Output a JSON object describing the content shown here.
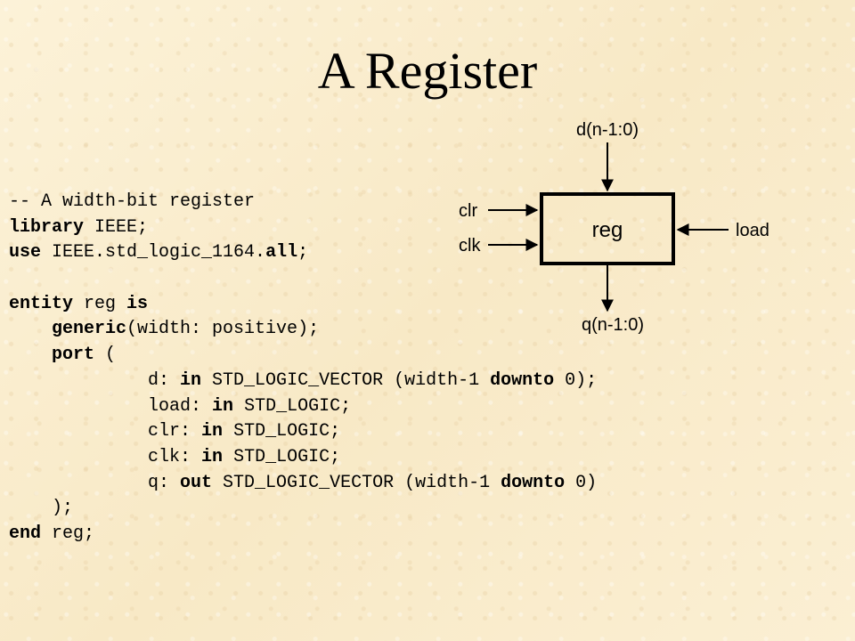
{
  "slide": {
    "title": "A Register"
  },
  "code": {
    "lines": [
      [
        {
          "t": "-- A width-bit register",
          "b": false
        }
      ],
      [
        {
          "t": "library",
          "b": true
        },
        {
          "t": " IEEE;",
          "b": false
        }
      ],
      [
        {
          "t": "use",
          "b": true
        },
        {
          "t": " IEEE.std_logic_1164.",
          "b": false
        },
        {
          "t": "all",
          "b": true
        },
        {
          "t": ";",
          "b": false
        }
      ],
      [
        {
          "t": "",
          "b": false
        }
      ],
      [
        {
          "t": "entity",
          "b": true
        },
        {
          "t": " reg ",
          "b": false
        },
        {
          "t": "is",
          "b": true
        }
      ],
      [
        {
          "t": "    ",
          "b": false
        },
        {
          "t": "generic",
          "b": true
        },
        {
          "t": "(width: positive);",
          "b": false
        }
      ],
      [
        {
          "t": "    ",
          "b": false
        },
        {
          "t": "port",
          "b": true
        },
        {
          "t": " (",
          "b": false
        }
      ],
      [
        {
          "t": "             d: ",
          "b": false
        },
        {
          "t": "in",
          "b": true
        },
        {
          "t": " STD_LOGIC_VECTOR (width-1 ",
          "b": false
        },
        {
          "t": "downto",
          "b": true
        },
        {
          "t": " 0);",
          "b": false
        }
      ],
      [
        {
          "t": "             load: ",
          "b": false
        },
        {
          "t": "in",
          "b": true
        },
        {
          "t": " STD_LOGIC;",
          "b": false
        }
      ],
      [
        {
          "t": "             clr: ",
          "b": false
        },
        {
          "t": "in",
          "b": true
        },
        {
          "t": " STD_LOGIC;",
          "b": false
        }
      ],
      [
        {
          "t": "             clk: ",
          "b": false
        },
        {
          "t": "in",
          "b": true
        },
        {
          "t": " STD_LOGIC;",
          "b": false
        }
      ],
      [
        {
          "t": "             q: ",
          "b": false
        },
        {
          "t": "out",
          "b": true
        },
        {
          "t": " STD_LOGIC_VECTOR (width-1 ",
          "b": false
        },
        {
          "t": "downto",
          "b": true
        },
        {
          "t": " 0)",
          "b": false
        }
      ],
      [
        {
          "t": "    );",
          "b": false
        }
      ],
      [
        {
          "t": "end",
          "b": true
        },
        {
          "t": " reg;",
          "b": false
        }
      ]
    ]
  },
  "diagram": {
    "block_label": "reg",
    "input_d": "d(n-1:0)",
    "output_q": "q(n-1:0)",
    "input_clr": "clr",
    "input_clk": "clk",
    "input_load": "load"
  }
}
